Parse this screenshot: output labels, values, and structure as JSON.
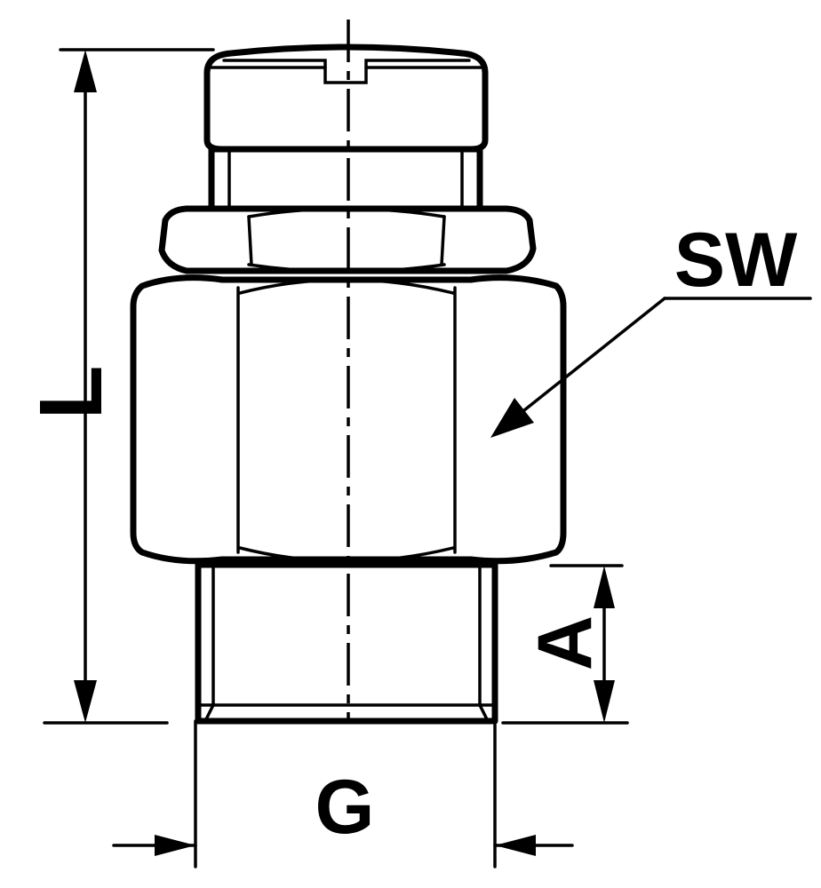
{
  "labels": {
    "length": "L",
    "wrench_size": "SW",
    "thread_length": "A",
    "thread": "G"
  },
  "colors": {
    "line": "#000000",
    "background": "#ffffff"
  }
}
